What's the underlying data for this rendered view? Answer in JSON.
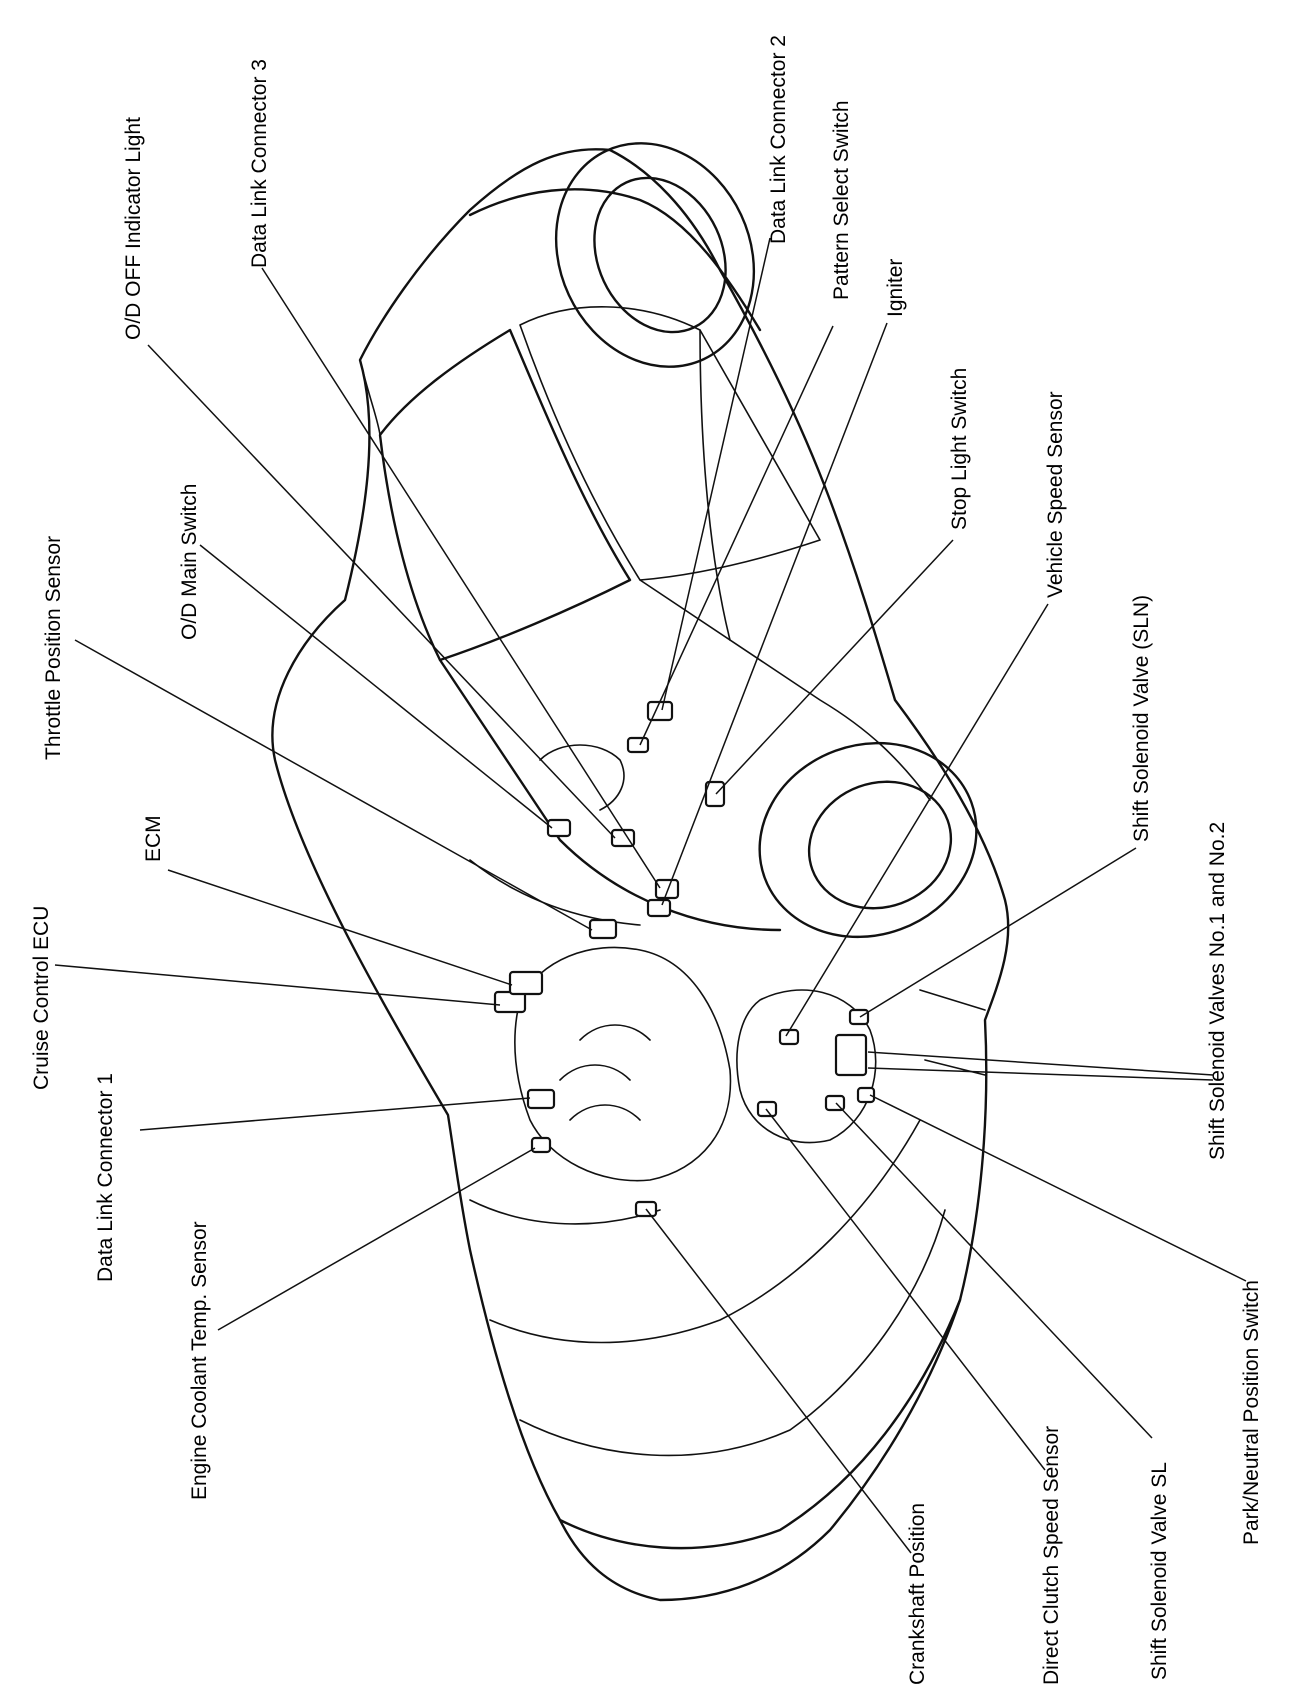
{
  "labels": {
    "cruise_control_ecu": "Cruise Control ECU",
    "data_link_connector_1": "Data Link Connector 1",
    "ecm": "ECM",
    "engine_coolant_temp_sensor": "Engine Coolant Temp. Sensor",
    "throttle_position_sensor": "Throttle Position Sensor",
    "od_main_switch": "O/D Main Switch",
    "od_off_indicator_light": "O/D OFF Indicator Light",
    "data_link_connector_3": "Data Link Connector 3",
    "data_link_connector_2": "Data Link Connector 2",
    "pattern_select_switch": "Pattern Select Switch",
    "igniter": "Igniter",
    "stop_light_switch": "Stop Light Switch",
    "vehicle_speed_sensor": "Vehicle Speed Sensor",
    "shift_solenoid_valve_sln": "Shift Solenoid Valve (SLN)",
    "shift_solenoid_valves_no1_no2_a": "Shift Solenoid Valves No.1 and No.2",
    "shift_solenoid_valves_no1_no2_b": "Shift Solenoid Valves No.1 and No.2",
    "park_neutral_position_switch": "Park/Neutral Position Switch",
    "shift_solenoid_valve_sl": "Shift Solenoid Valve SL",
    "direct_clutch_speed_sensor": "Direct Clutch Speed Sensor",
    "crankshaft_position": "Crankshaft Position"
  }
}
